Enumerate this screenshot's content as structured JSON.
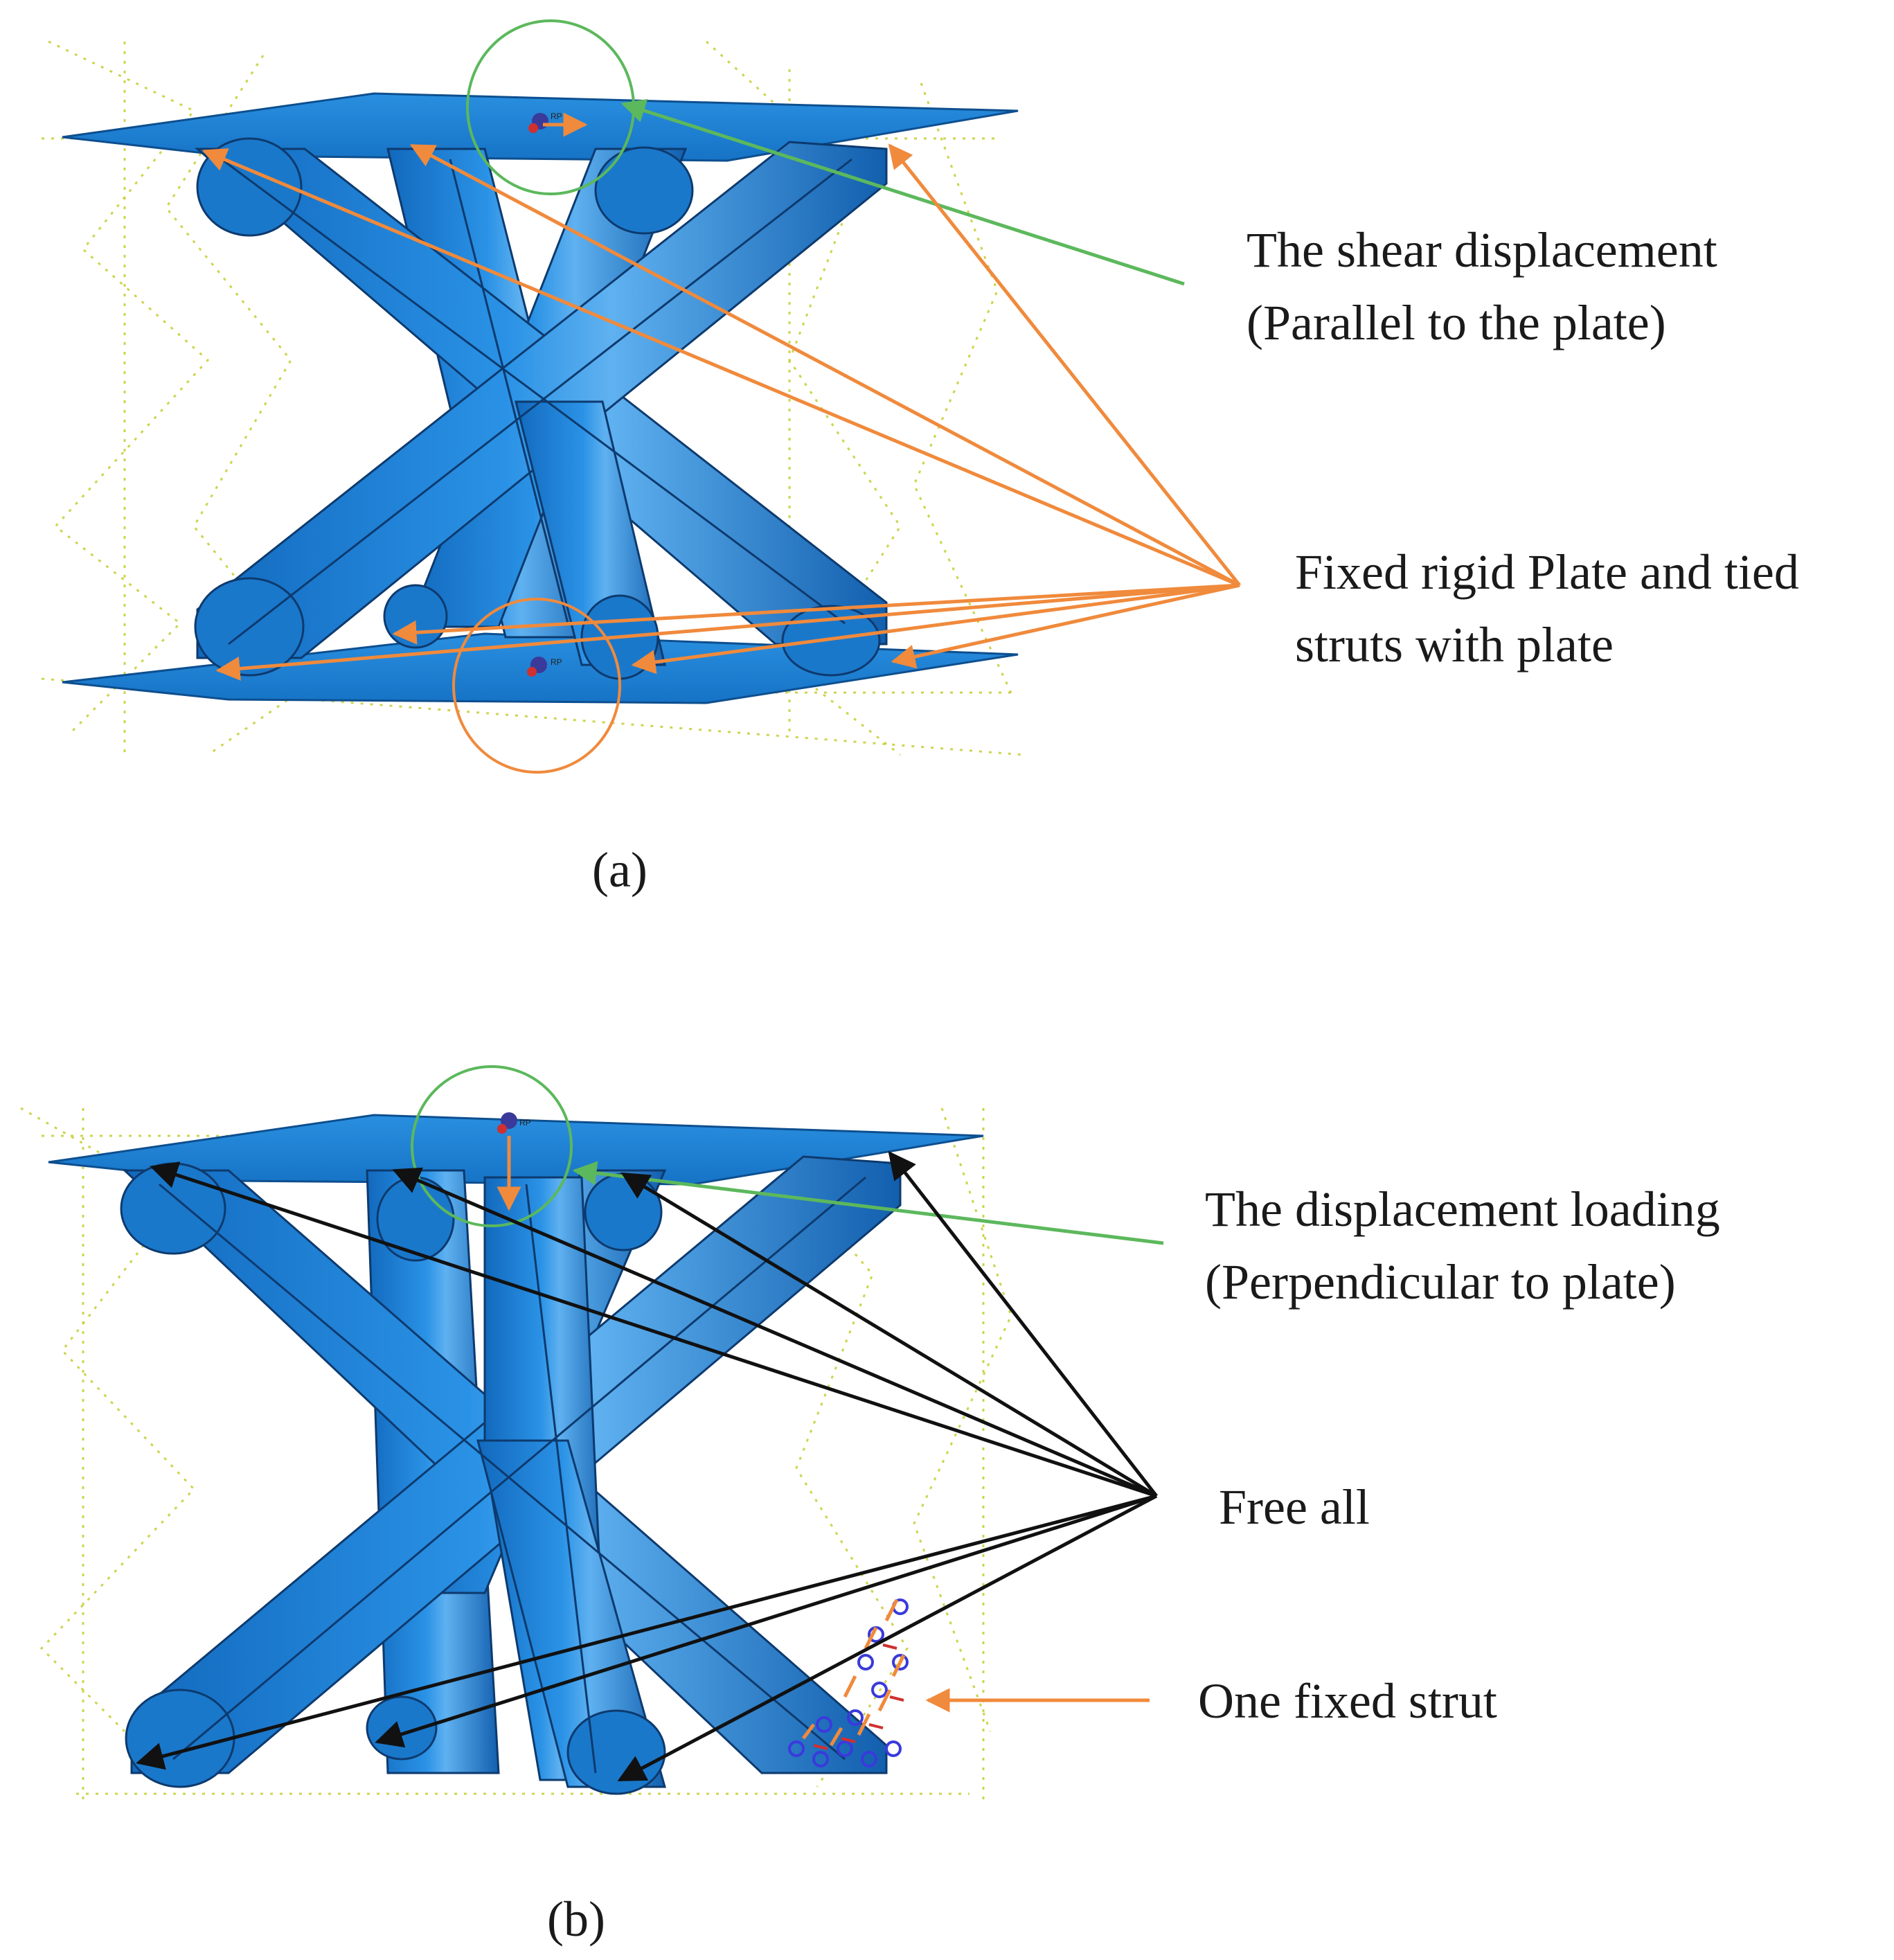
{
  "panel_a": {
    "caption": "(a)",
    "label_green_line1": "The shear displacement",
    "label_green_line2": "(Parallel to the plate)",
    "label_orange_line1": "Fixed rigid Plate and tied",
    "label_orange_line2": "struts with plate",
    "marker_text": "RP"
  },
  "panel_b": {
    "caption": "(b)",
    "label_green_line1": "The displacement loading",
    "label_green_line2": "(Perpendicular to plate)",
    "label_free": "Free all",
    "label_fixed": "One fixed strut",
    "marker_text": "RP"
  },
  "colors": {
    "strut": "#1d7fd6",
    "strut_dark": "#115da8",
    "strut_light": "#5fb1f0",
    "plate": "#1f86d8",
    "green": "#5cb85c",
    "orange": "#f08a3c",
    "black": "#111111",
    "mesh": "#c9cf3a"
  }
}
